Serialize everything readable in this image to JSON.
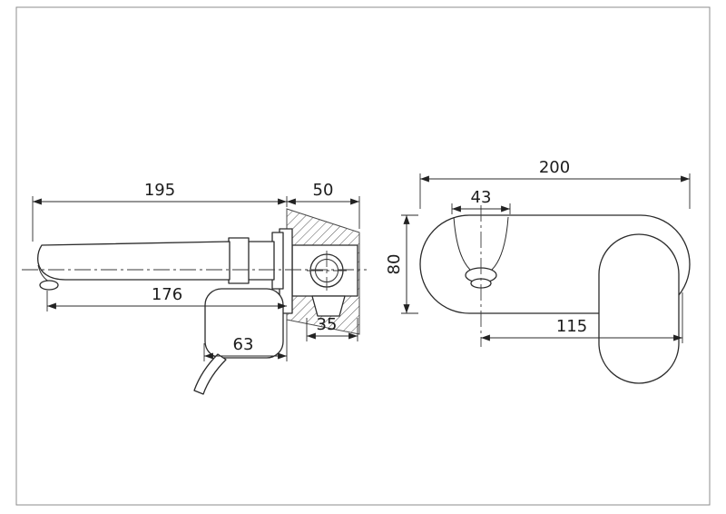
{
  "drawing": {
    "side_view": {
      "spout_projection": "195",
      "wall_section": "50",
      "spout_underside": "176",
      "recess_depth": "35",
      "handle_projection": "63"
    },
    "front_view": {
      "plate_width": "200",
      "spout_outlet_width": "43",
      "plate_height": "80",
      "spout_to_edge": "115"
    },
    "colors": {
      "line": "#2b2b2b",
      "background": "#ffffff"
    }
  }
}
